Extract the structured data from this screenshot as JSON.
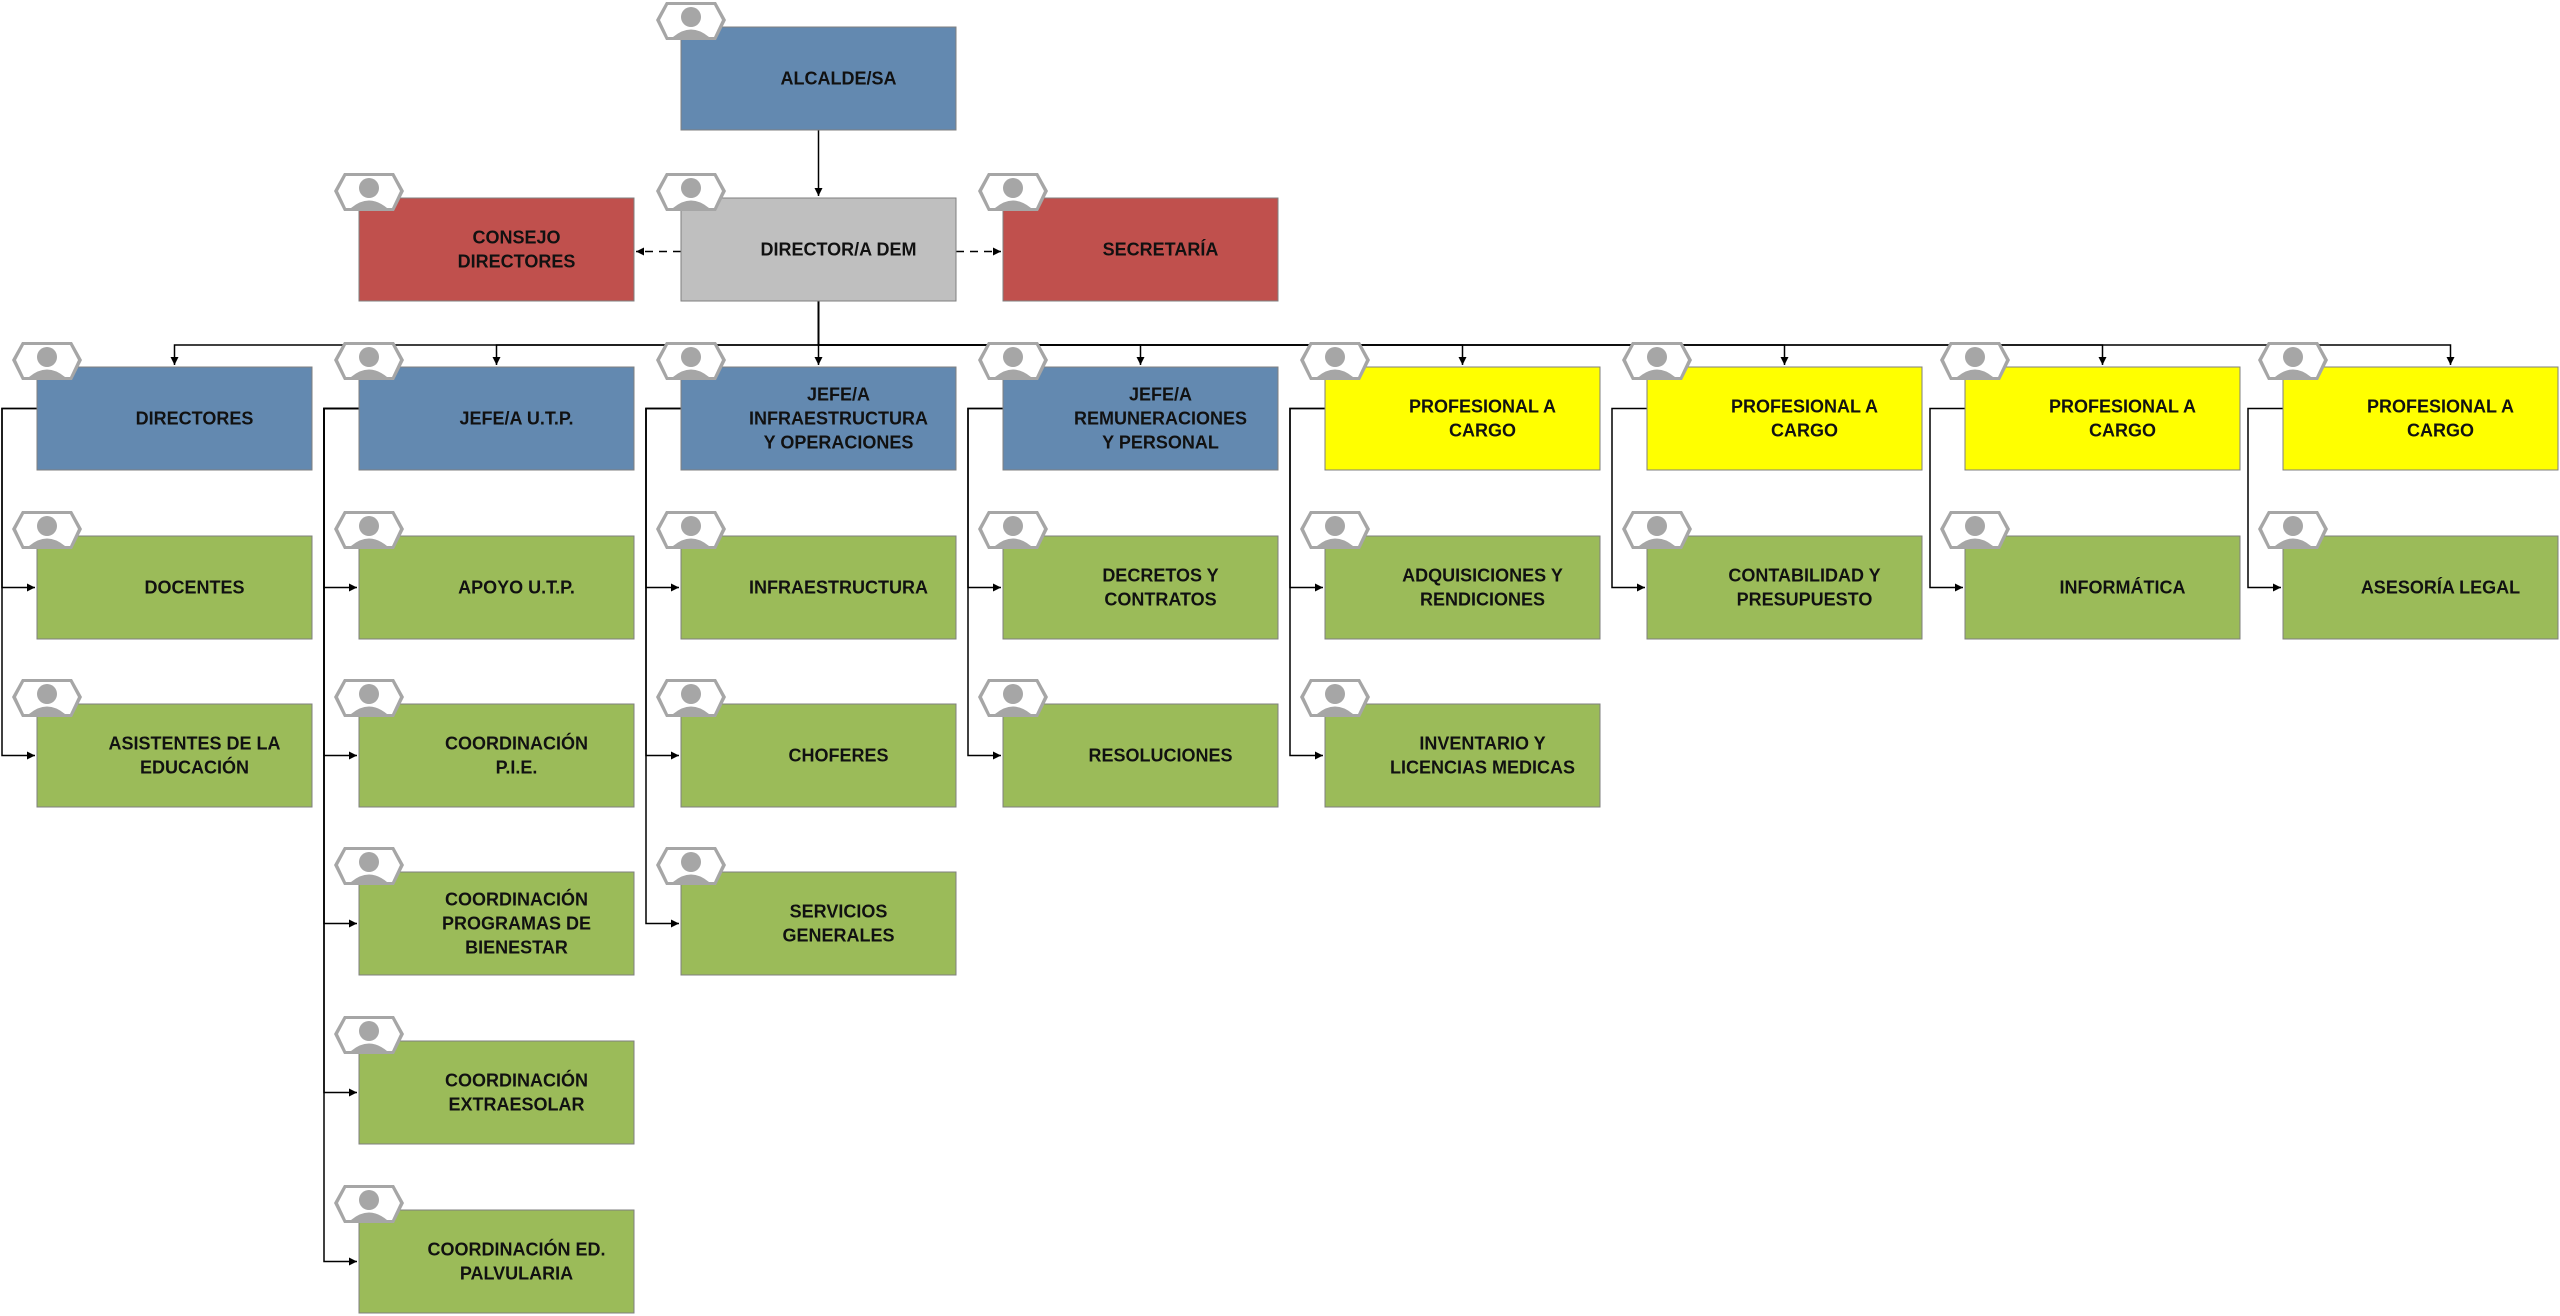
{
  "colors": {
    "blue": "#6389b0",
    "red": "#c0504d",
    "gray": "#bfbfbf",
    "yellow": "#ffff00",
    "green": "#9bbb59",
    "avatar": "#a6a6a6",
    "line": "#000000"
  },
  "icon": "user-avatar-icon",
  "nodes": {
    "alcalde": {
      "lines": [
        "ALCALDE/SA"
      ],
      "color": "blue"
    },
    "consejo": {
      "lines": [
        "CONSEJO",
        "DIRECTORES"
      ],
      "color": "red"
    },
    "director_dem": {
      "lines": [
        "DIRECTOR/A DEM"
      ],
      "color": "gray"
    },
    "secretaria": {
      "lines": [
        "SECRETARÍA"
      ],
      "color": "red"
    },
    "directores": {
      "lines": [
        "DIRECTORES"
      ],
      "color": "blue"
    },
    "jefe_utp": {
      "lines": [
        "JEFE/A U.T.P."
      ],
      "color": "blue"
    },
    "jefe_infra": {
      "lines": [
        "JEFE/A",
        "INFRAESTRUCTURA",
        "Y OPERACIONES"
      ],
      "color": "blue"
    },
    "jefe_remun": {
      "lines": [
        "JEFE/A",
        "REMUNERACIONES",
        "Y PERSONAL"
      ],
      "color": "blue"
    },
    "prof_cargo_1": {
      "lines": [
        "PROFESIONAL A",
        "CARGO"
      ],
      "color": "yellow"
    },
    "prof_cargo_2": {
      "lines": [
        "PROFESIONAL A",
        "CARGO"
      ],
      "color": "yellow"
    },
    "prof_cargo_3": {
      "lines": [
        "PROFESIONAL A",
        "CARGO"
      ],
      "color": "yellow"
    },
    "prof_cargo_4": {
      "lines": [
        "PROFESIONAL A",
        "CARGO"
      ],
      "color": "yellow"
    },
    "docentes": {
      "lines": [
        "DOCENTES"
      ],
      "color": "green"
    },
    "asistentes": {
      "lines": [
        "ASISTENTES DE LA",
        "EDUCACIÓN"
      ],
      "color": "green"
    },
    "apoyo_utp": {
      "lines": [
        "APOYO U.T.P."
      ],
      "color": "green"
    },
    "coord_pie": {
      "lines": [
        "COORDINACIÓN",
        "P.I.E."
      ],
      "color": "green"
    },
    "coord_bienestar": {
      "lines": [
        "COORDINACIÓN",
        "PROGRAMAS DE",
        "BIENESTAR"
      ],
      "color": "green"
    },
    "coord_extra": {
      "lines": [
        "COORDINACIÓN",
        "EXTRAESOLAR"
      ],
      "color": "green"
    },
    "coord_parv": {
      "lines": [
        "COORDINACIÓN ED.",
        "PALVULARIA"
      ],
      "color": "green"
    },
    "infraestructura": {
      "lines": [
        "INFRAESTRUCTURA"
      ],
      "color": "green"
    },
    "choferes": {
      "lines": [
        "CHOFERES"
      ],
      "color": "green"
    },
    "servicios": {
      "lines": [
        "SERVICIOS",
        "GENERALES"
      ],
      "color": "green"
    },
    "decretos": {
      "lines": [
        "DECRETOS Y",
        "CONTRATOS"
      ],
      "color": "green"
    },
    "resoluciones": {
      "lines": [
        "RESOLUCIONES"
      ],
      "color": "green"
    },
    "adquisiciones": {
      "lines": [
        "ADQUISICIONES Y",
        "RENDICIONES"
      ],
      "color": "green"
    },
    "inventario": {
      "lines": [
        "INVENTARIO Y",
        "LICENCIAS MEDICAS"
      ],
      "color": "green"
    },
    "contabilidad": {
      "lines": [
        "CONTABILIDAD Y",
        "PRESUPUESTO"
      ],
      "color": "green"
    },
    "informatica": {
      "lines": [
        "INFORMÁTICA"
      ],
      "color": "green"
    },
    "asesoria": {
      "lines": [
        "ASESORÍA LEGAL"
      ],
      "color": "green"
    }
  },
  "edges": [
    {
      "from": "alcalde",
      "to": "director_dem",
      "style": "solid"
    },
    {
      "from": "director_dem",
      "to": "consejo",
      "style": "dashed"
    },
    {
      "from": "director_dem",
      "to": "secretaria",
      "style": "dashed"
    },
    {
      "from": "director_dem",
      "to": "directores",
      "style": "solid"
    },
    {
      "from": "director_dem",
      "to": "jefe_utp",
      "style": "solid"
    },
    {
      "from": "director_dem",
      "to": "jefe_infra",
      "style": "solid"
    },
    {
      "from": "director_dem",
      "to": "jefe_remun",
      "style": "solid"
    },
    {
      "from": "director_dem",
      "to": "prof_cargo_1",
      "style": "solid"
    },
    {
      "from": "director_dem",
      "to": "prof_cargo_2",
      "style": "solid"
    },
    {
      "from": "director_dem",
      "to": "prof_cargo_3",
      "style": "solid"
    },
    {
      "from": "director_dem",
      "to": "prof_cargo_4",
      "style": "solid"
    },
    {
      "from": "directores",
      "to": "docentes",
      "style": "solid"
    },
    {
      "from": "directores",
      "to": "asistentes",
      "style": "solid"
    },
    {
      "from": "jefe_utp",
      "to": "apoyo_utp",
      "style": "solid"
    },
    {
      "from": "jefe_utp",
      "to": "coord_pie",
      "style": "solid"
    },
    {
      "from": "jefe_utp",
      "to": "coord_bienestar",
      "style": "solid"
    },
    {
      "from": "jefe_utp",
      "to": "coord_extra",
      "style": "solid"
    },
    {
      "from": "jefe_utp",
      "to": "coord_parv",
      "style": "solid"
    },
    {
      "from": "jefe_infra",
      "to": "infraestructura",
      "style": "solid"
    },
    {
      "from": "jefe_infra",
      "to": "choferes",
      "style": "solid"
    },
    {
      "from": "jefe_infra",
      "to": "servicios",
      "style": "solid"
    },
    {
      "from": "jefe_remun",
      "to": "decretos",
      "style": "solid"
    },
    {
      "from": "jefe_remun",
      "to": "resoluciones",
      "style": "solid"
    },
    {
      "from": "prof_cargo_1",
      "to": "adquisiciones",
      "style": "solid"
    },
    {
      "from": "prof_cargo_1",
      "to": "inventario",
      "style": "solid"
    },
    {
      "from": "prof_cargo_2",
      "to": "contabilidad",
      "style": "solid"
    },
    {
      "from": "prof_cargo_3",
      "to": "informatica",
      "style": "solid"
    },
    {
      "from": "prof_cargo_4",
      "to": "asesoria",
      "style": "solid"
    }
  ]
}
